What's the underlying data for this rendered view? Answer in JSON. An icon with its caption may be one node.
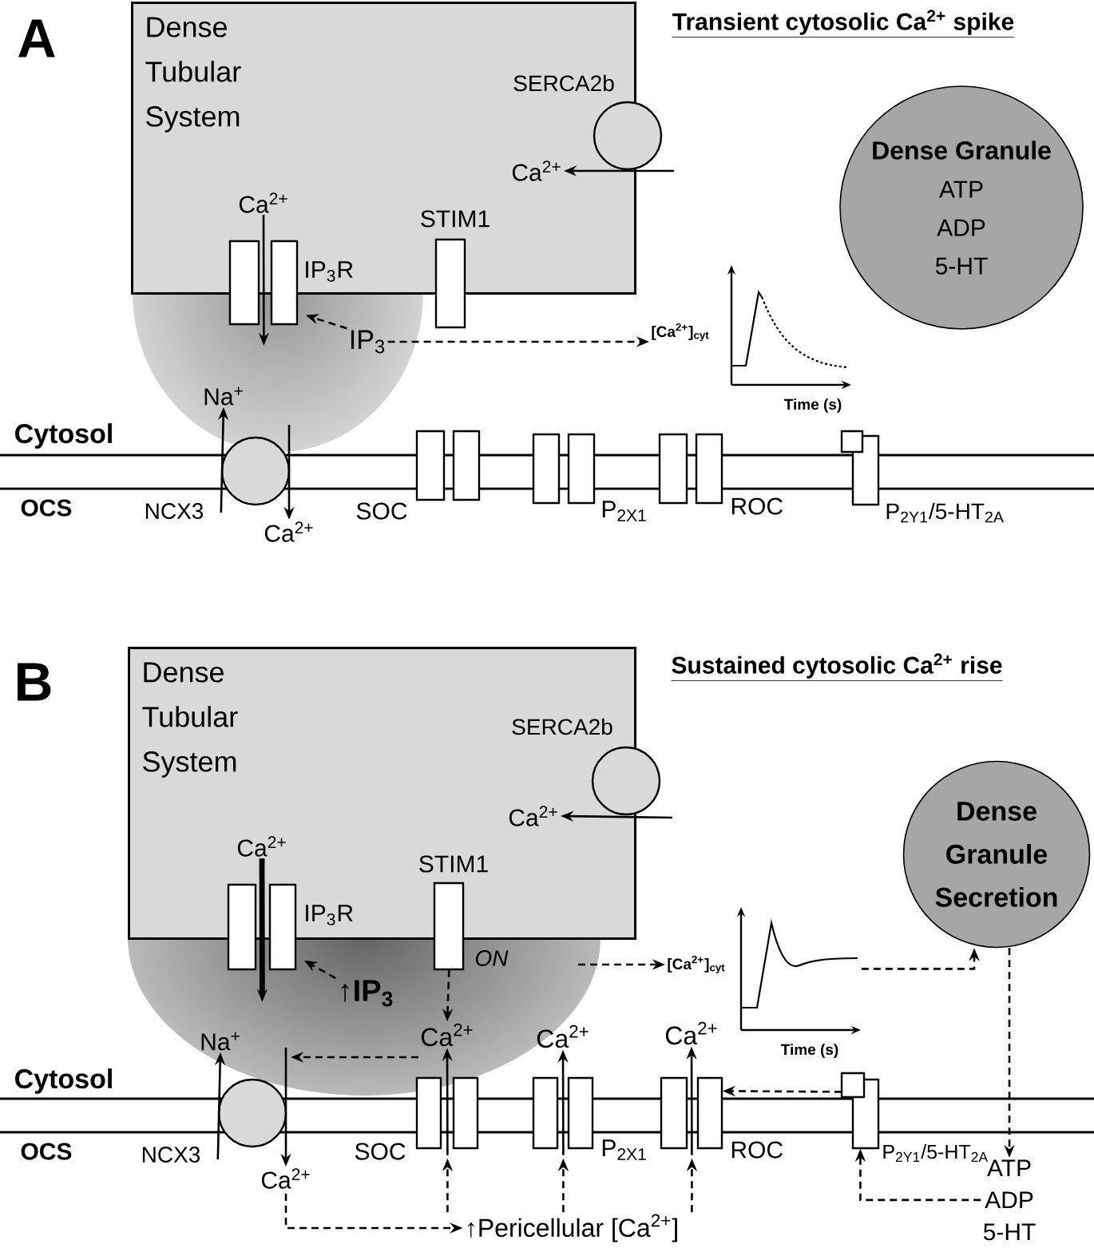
{
  "diagram": {
    "nodes": [
      {
        "text": [
          "Dense Tubular System"
        ]
      },
      {
        "text": [],
        "shape": "circle",
        "beside": [
          "SERCA2b"
        ]
      },
      {
        "text": [
          "Ca$^{2+}$"
        ],
        "in": 0
      },
      {
        "text": [],
        "shape": "box",
        "beside": [
          "IP$_{3}$R"
        ]
      },
      {
        "text": [
          "Ca$^{2+}$"
        ],
        "in": 0
      },
      {
        "text": [
          "IP$_{3}$"
        ]
      },
      {
        "text": [],
        "shape": "box",
        "beside": [
          "STIM1"
        ]
      },
      {
        "text": [
          "[Ca$^{2+}$]$_{cyt}$"
        ]
      },
      {
        "text": [
          "Dense Granule",
          "ATP",
          "ADP",
          "5-HT"
        ]
      },
      {
        "text": [],
        "shape": "circle",
        "beside": [
          "NCX3"
        ]
      },
      {
        "text": [
          "Na$^{+}$"
        ]
      },
      {
        "text": [
          "Ca$^{2+}$"
        ]
      },
      {
        "text": [],
        "shape": "box",
        "beside": [
          "SOC"
        ]
      },
      {
        "text": [],
        "shape": "box",
        "beside": [
          "P$_{2X1}$"
        ]
      },
      {
        "text": [],
        "shape": "box",
        "beside": [
          "ROC"
        ]
      },
      {
        "text": [],
        "shape": "box",
        "beside": [
          "P$_{2Y1}$/5-HT$_{2A}$"
        ]
      },
      {
        "text": [
          "Dense Tubular System"
        ]
      },
      {
        "text": [],
        "shape": "circle",
        "beside": [
          "SERCA2b"
        ]
      },
      {
        "text": [
          "Ca$^{2+}$"
        ],
        "in": 16
      },
      {
        "text": [],
        "shape": "box",
        "beside": [
          "IP$_{3}$R"
        ]
      },
      {
        "text": [
          "Ca$^{2+}$"
        ],
        "in": 16
      },
      {
        "text": [
          "↑IP$_{3}$"
        ]
      },
      {
        "text": [],
        "shape": "box",
        "beside": [
          "STIM1",
          "ON"
        ]
      },
      {
        "text": [
          "Ca$^{2+}$"
        ]
      },
      {
        "text": [
          "[Ca$^{2+}$]$_{cyt}$"
        ]
      },
      {
        "text": [
          "Dense Granule Secretion"
        ]
      },
      {
        "text": [
          "ATP",
          "ADP",
          "5-HT"
        ]
      },
      {
        "text": [],
        "shape": "circle",
        "beside": [
          "NCX3"
        ]
      },
      {
        "text": [
          "Na$^{+}$"
        ]
      },
      {
        "text": [
          "Ca$^{2+}$"
        ]
      },
      {
        "text": [],
        "shape": "box",
        "beside": [
          "SOC"
        ]
      },
      {
        "text": [
          "Ca$^{2+}$"
        ]
      },
      {
        "text": [],
        "shape": "box",
        "beside": [
          "P$_{2X1}$"
        ]
      },
      {
        "text": [
          "Ca$^{2+}$"
        ]
      },
      {
        "text": [],
        "shape": "box",
        "beside": [
          "ROC"
        ]
      },
      {
        "text": [],
        "shape": "box",
        "beside": [
          "P$_{2Y1}$/5-HT$_{2A}$"
        ]
      },
      {
        "text": [
          "↑Pericellular [Ca$^{2+}$]"
        ]
      },
      {
        "text": [],
        "shape": "graph"
      },
      {
        "text": [],
        "shape": "graph"
      }
    ],
    "edges": [
      {
        "from": null,
        "to": 2,
        "arrow": "to"
      },
      {
        "from": 4,
        "to": 3,
        "arrow": "to"
      },
      {
        "from": 5,
        "to": 3,
        "arrow": "to",
        "style": "dashed"
      },
      {
        "from": 5,
        "to": 7,
        "arrow": "to",
        "style": "dashed"
      },
      {
        "from": 9,
        "to": 10,
        "arrow": "to"
      },
      {
        "from": null,
        "to": 11,
        "arrow": "to"
      },
      {
        "from": null,
        "to": 18,
        "arrow": "to"
      },
      {
        "from": 20,
        "to": 19,
        "arrow": "to",
        "style": "thick"
      },
      {
        "from": 21,
        "to": 19,
        "arrow": "to",
        "style": "dashed"
      },
      {
        "from": 22,
        "to": 23,
        "arrow": "to",
        "style": "dashed"
      },
      {
        "from": null,
        "to": 24,
        "arrow": "to",
        "style": "dashed"
      },
      {
        "from": 38,
        "to": 25,
        "arrow": "to",
        "style": "dashed"
      },
      {
        "from": 25,
        "to": 26,
        "arrow": "to",
        "style": "dashed"
      },
      {
        "from": 23,
        "to": null,
        "arrow": "to",
        "style": "dashed"
      },
      {
        "from": 27,
        "to": 28,
        "arrow": "to"
      },
      {
        "from": null,
        "to": 29,
        "arrow": "to"
      },
      {
        "from": 30,
        "to": 23,
        "arrow": "to"
      },
      {
        "from": 32,
        "to": 31,
        "arrow": "to"
      },
      {
        "from": 34,
        "to": 33,
        "arrow": "to"
      },
      {
        "from": 36,
        "to": 30,
        "arrow": "to",
        "style": "dashed"
      },
      {
        "from": 36,
        "to": 32,
        "arrow": "to",
        "style": "dashed"
      },
      {
        "from": 36,
        "to": 34,
        "arrow": "to",
        "style": "dashed"
      },
      {
        "from": 29,
        "to": 36,
        "arrow": "to",
        "style": "dashed"
      },
      {
        "from": 35,
        "to": 34,
        "arrow": "to",
        "style": "dashed"
      },
      {
        "from": 26,
        "to": 35,
        "arrow": "to",
        "style": "dashed"
      }
    ],
    "labels": [
      "A",
      "Transient cytosolic Ca$^{2+}$ spike",
      "Time (s)",
      "Cytosol",
      "OCS",
      "B",
      "Sustained cytosolic Ca$^{2+}$ rise",
      "Time (s)",
      "Cytosol",
      "OCS"
    ]
  }
}
